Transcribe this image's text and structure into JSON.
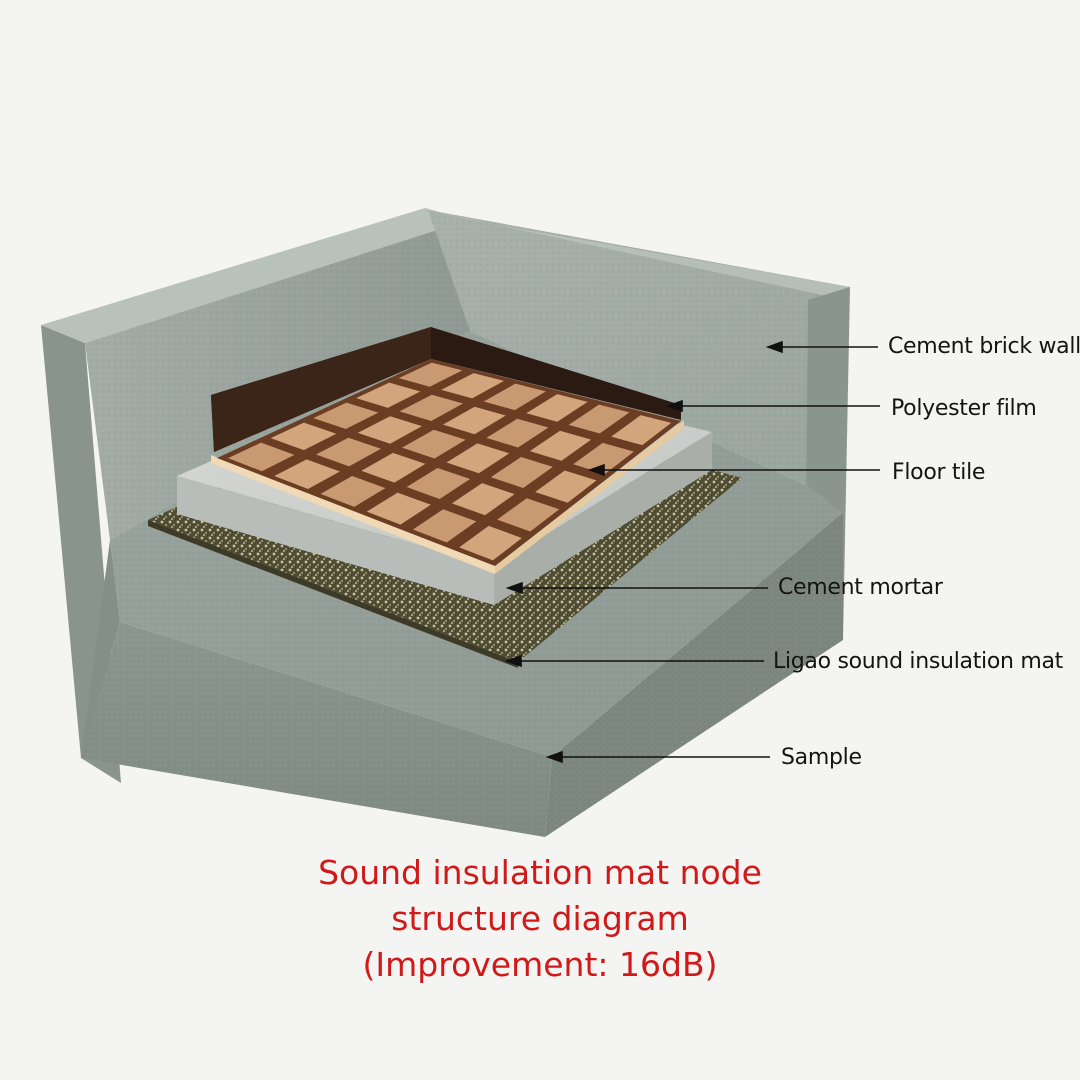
{
  "callouts": [
    {
      "id": "cement-brick-wall",
      "label": "Cement brick wall"
    },
    {
      "id": "polyester-film",
      "label": "Polyester film"
    },
    {
      "id": "floor-tile",
      "label": "Floor tile"
    },
    {
      "id": "cement-mortar",
      "label": "Cement mortar"
    },
    {
      "id": "sound-insulation-mat",
      "label": "Ligao sound insulation mat"
    },
    {
      "id": "sample",
      "label": "Sample"
    }
  ],
  "caption": {
    "line1": "Sound insulation mat node",
    "line2": "structure diagram",
    "line3": "(Improvement: 16dB)"
  },
  "colors": {
    "caption": "#d01a1a",
    "concrete": "#9aa49e",
    "polyester_film": "#2a1a12",
    "tile": "#c99a72",
    "tile_grout": "#6b3e24",
    "mortar": "#c9ccc8",
    "mat": "#5c5a3e"
  }
}
